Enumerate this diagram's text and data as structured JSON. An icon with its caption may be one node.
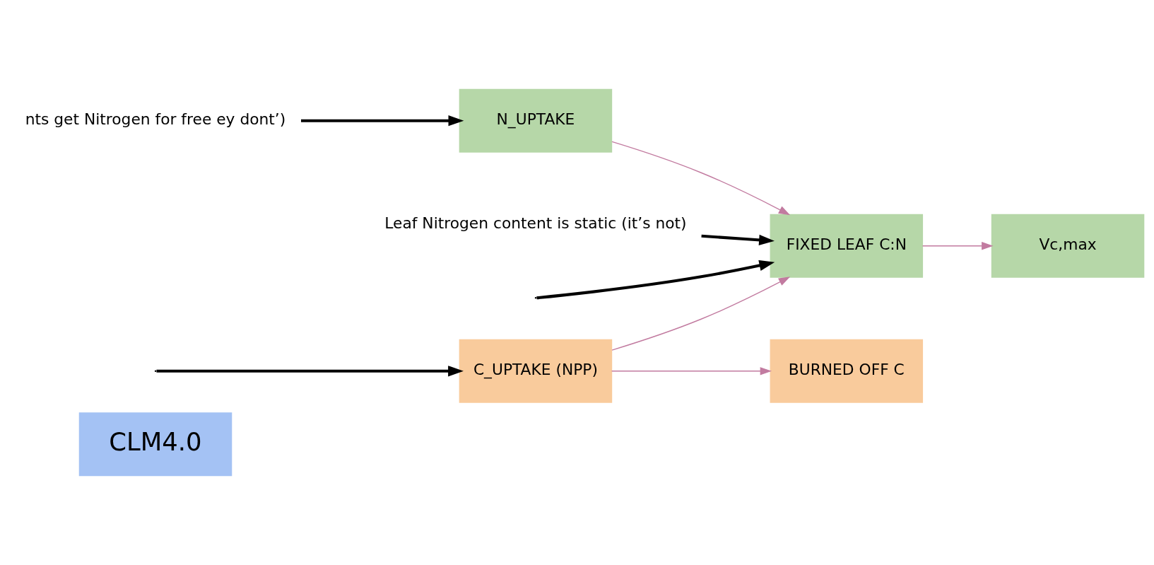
{
  "diagram": {
    "nodes": [
      {
        "text": [
          "CLM4.0"
        ]
      },
      {
        "text": [
          "nts get Nitrogen for free ey dont’)"
        ]
      },
      {
        "text": [
          "Leaf Nitrogen content is static (it’s not)"
        ]
      },
      {
        "text": [
          "N_UPTAKE"
        ]
      },
      {
        "text": [
          "C_UPTAKE (NPP)"
        ]
      },
      {
        "text": [
          "FIXED LEAF C:N"
        ]
      },
      {
        "text": [
          "BURNED OFF C"
        ]
      },
      {
        "text": [
          "Vc,max"
        ]
      }
    ],
    "edges": [
      {
        "from": 1,
        "to": 3,
        "arrow": "to",
        "style": "thick",
        "color": "#000000"
      },
      {
        "from": 2,
        "to": 5,
        "arrow": "to",
        "style": "thick",
        "color": "#000000"
      },
      {
        "from": 3,
        "to": 5,
        "arrow": "to",
        "color": "#c27ba0"
      },
      {
        "from": 4,
        "to": 5,
        "arrow": "to",
        "color": "#c27ba0"
      },
      {
        "from": 4,
        "to": 6,
        "arrow": "to",
        "color": "#c27ba0"
      },
      {
        "from": 5,
        "to": 7,
        "arrow": "to",
        "color": "#c27ba0"
      },
      {
        "from": null,
        "to": 4,
        "arrow": "to",
        "style": "thick",
        "color": "#000000"
      },
      {
        "from": null,
        "to": 5,
        "arrow": "to",
        "style": "thick",
        "color": "#000000"
      }
    ]
  }
}
